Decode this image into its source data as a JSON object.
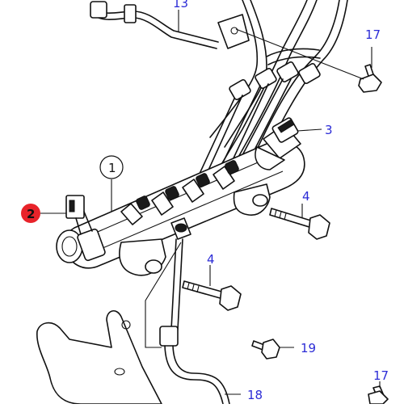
{
  "callouts": {
    "c13": "13",
    "c17a": "17",
    "c3": "3",
    "c1": "1",
    "c2": "2",
    "c4a": "4",
    "c4b": "4",
    "c19": "19",
    "c17b": "17",
    "c18": "18"
  },
  "colors": {
    "callout_text": "#2b2bd6",
    "highlight_badge": "#e8232a",
    "line_art": "#111111"
  }
}
